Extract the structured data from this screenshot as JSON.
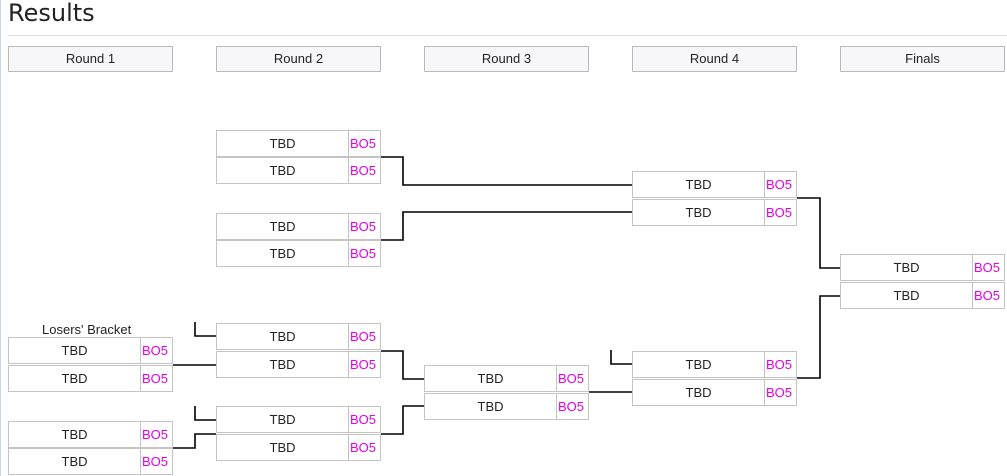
{
  "title": "Results",
  "rounds": [
    "Round 1",
    "Round 2",
    "Round 3",
    "Round 4",
    "Finals"
  ],
  "losers_label": "Losers' Bracket",
  "slot": {
    "name": "TBD",
    "bo": "BO5"
  },
  "colors": {
    "bo_text": "#e600e6",
    "border": "#c4c4c4",
    "line": "#000000"
  }
}
